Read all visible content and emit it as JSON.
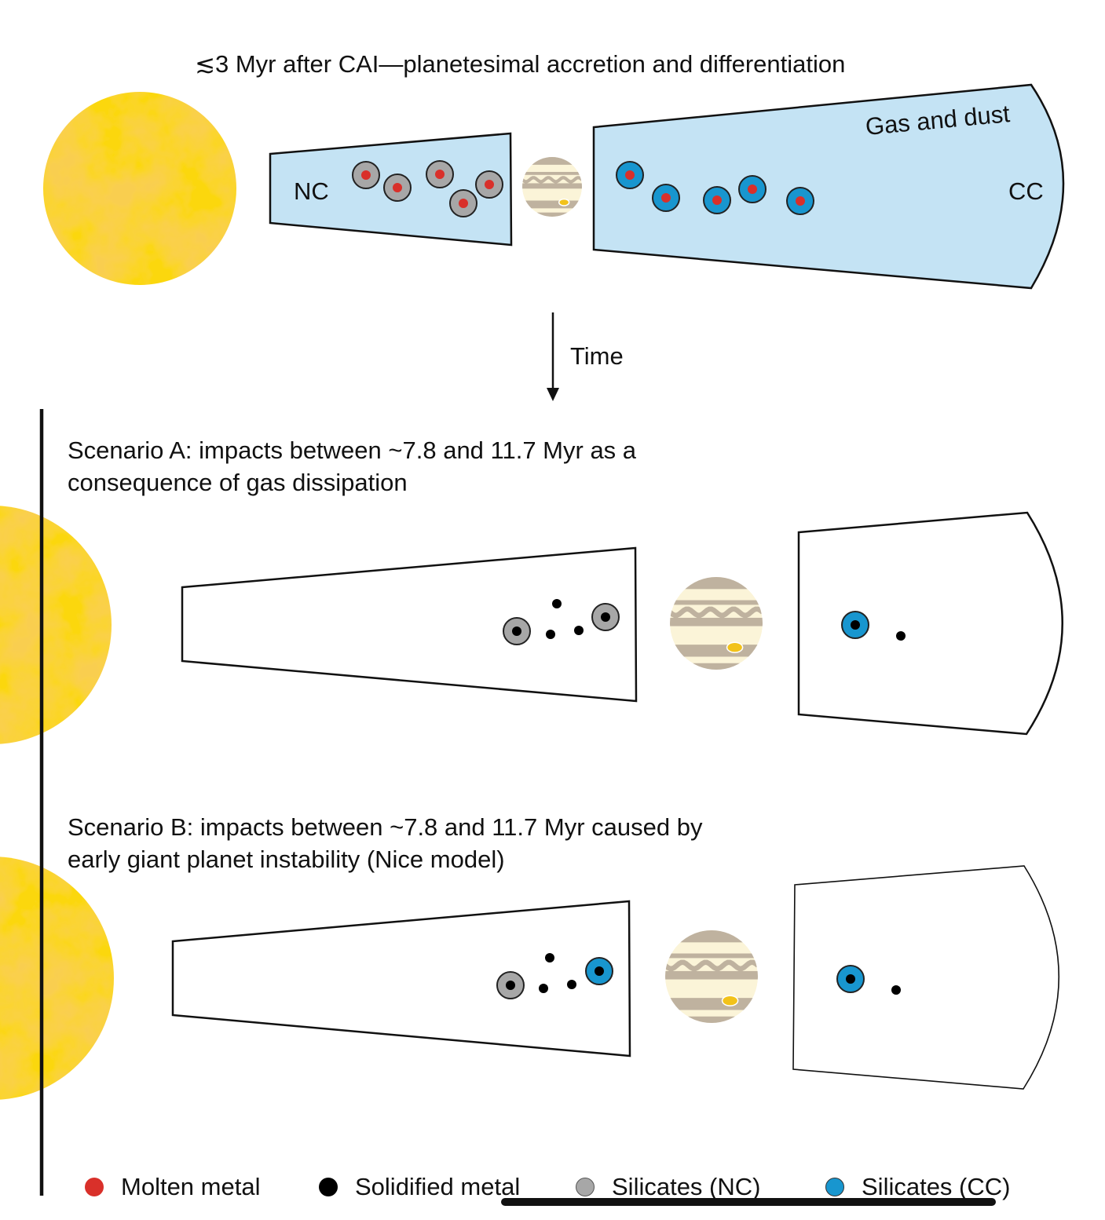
{
  "header": {
    "title": "≲3 Myr after CAI—planetesimal accretion and differentiation",
    "label_nc": "NC",
    "label_cc": "CC",
    "label_gas": "Gas and dust"
  },
  "time_label": "Time",
  "scenario_a": {
    "line1": "Scenario A: impacts between ~7.8 and 11.7 Myr as a",
    "line2": "consequence of gas dissipation"
  },
  "scenario_b": {
    "line1": "Scenario B: impacts between ~7.8 and 11.7 Myr caused by",
    "line2": "early giant planet instability (Nice model)"
  },
  "legend": [
    {
      "label": "Molten metal",
      "color": "#d9302a"
    },
    {
      "label": "Solidified metal",
      "color": "#000000"
    },
    {
      "label": "Silicates (NC)",
      "color": "#a7a7a7"
    },
    {
      "label": "Silicates (CC)",
      "color": "#1896cf"
    }
  ],
  "colors": {
    "disk_fill": "#c4e3f4",
    "sun_orange": "#f29a1e",
    "sun_yellow": "#fbd40e",
    "jupiter_band": "#bfb29f",
    "jupiter_light": "#fbf4d8",
    "jupiter_spot": "#f2c21a"
  }
}
